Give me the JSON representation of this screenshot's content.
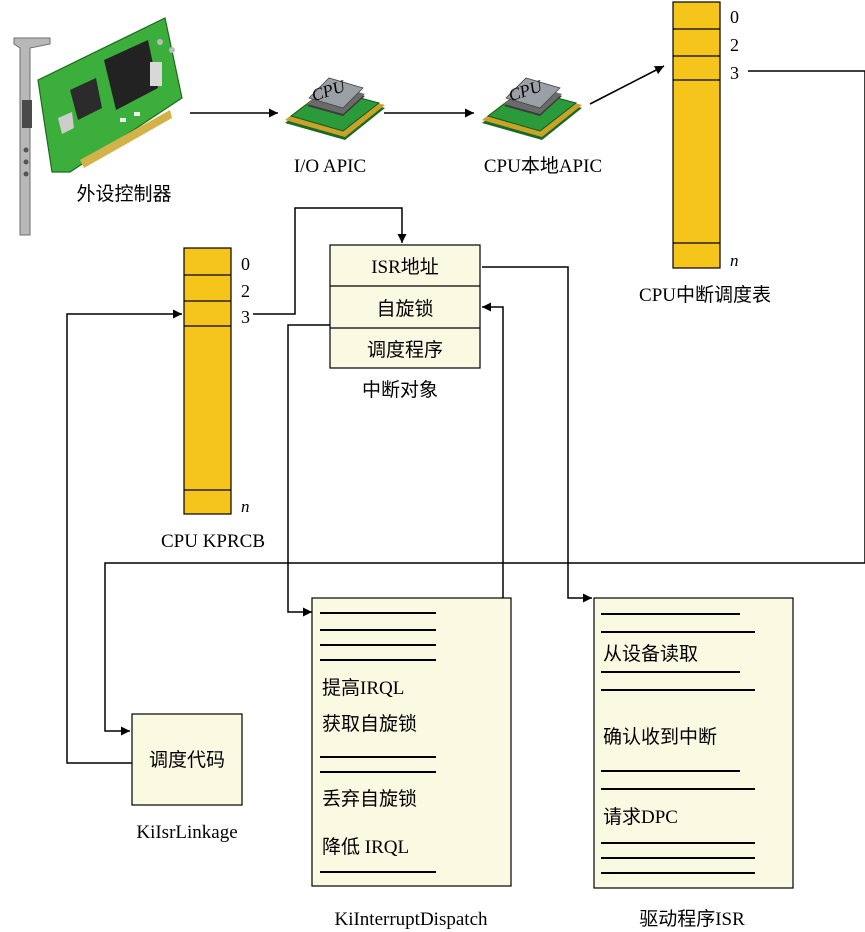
{
  "labels": {
    "peripheral_controller": "外设控制器",
    "io_apic": "I/O APIC",
    "cpu_local_apic": "CPU本地APIC",
    "cpu_chip_text": "CPU",
    "cpu_dispatch_table": "CPU中断调度表",
    "cpu_kprcb": "CPU KPRCB",
    "interrupt_object": "中断对象",
    "kiisrlinkage": "KiIsrLinkage",
    "kiinterruptdispatch": "KiInterruptDispatch",
    "driver_isr": "驱动程序ISR"
  },
  "dispatch_table": {
    "index_0": "0",
    "index_2": "2",
    "index_3": "3",
    "index_n": "n"
  },
  "kprcb_table": {
    "index_0": "0",
    "index_2": "2",
    "index_3": "3",
    "index_n": "n"
  },
  "interrupt_object_rows": {
    "isr_address": "ISR地址",
    "spinlock": "自旋锁",
    "dispatch_routine": "调度程序"
  },
  "linkage_box": {
    "text": "调度代码"
  },
  "dispatch_doc": {
    "raise_irql": "提高IRQL",
    "acquire_spinlock": "获取自旋锁",
    "release_spinlock": "丢弃自旋锁",
    "lower_irql": "降低 IRQL"
  },
  "isr_doc": {
    "read_device": "从设备读取",
    "ack_interrupt": "确认收到中断",
    "request_dpc": "请求DPC"
  },
  "colors": {
    "table_fill": "#f6c51c",
    "box_fill": "#fafae3",
    "chip_green": "#2a9a3a",
    "chip_gold": "#c9a227",
    "board_green": "#3cae3c",
    "bracket_gray": "#b8b8b8"
  },
  "icons": [
    "network-card-icon",
    "cpu-chip-icon"
  ]
}
